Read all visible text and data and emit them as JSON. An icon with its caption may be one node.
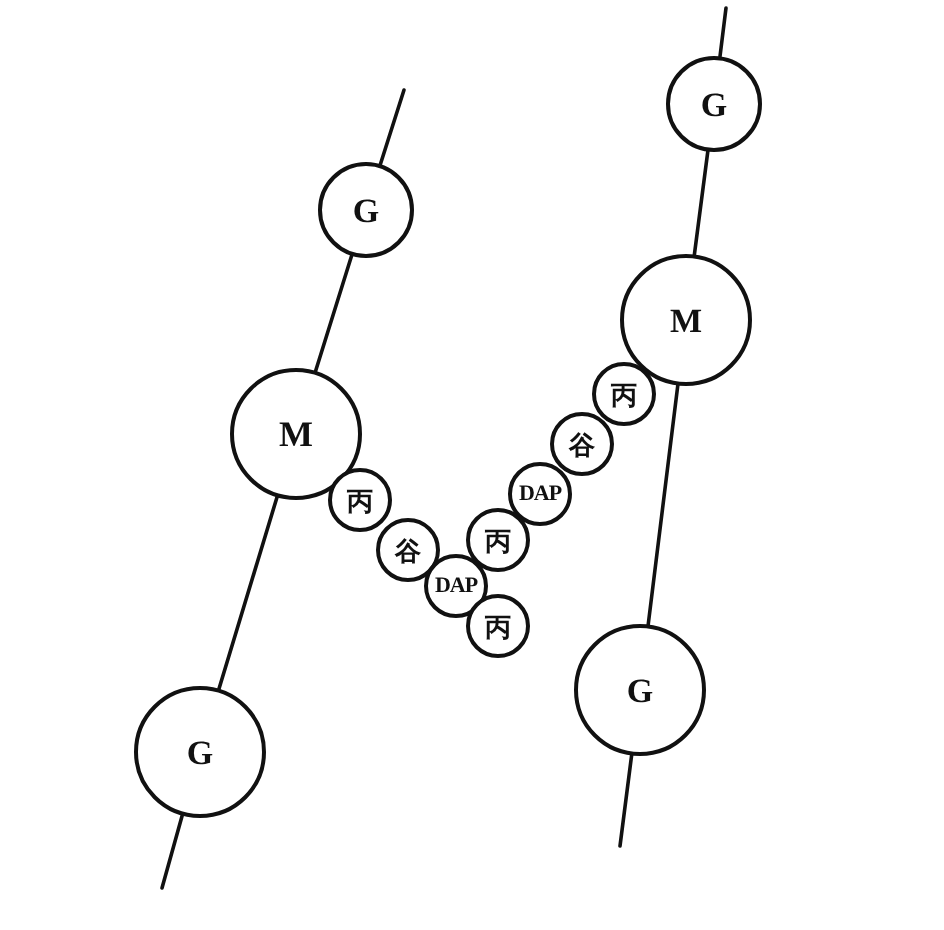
{
  "diagram": {
    "nodes": [
      {
        "text": [
          "G"
        ]
      },
      {
        "text": [
          "G"
        ]
      },
      {
        "text": [
          "M"
        ]
      },
      {
        "text": [
          "丙"
        ]
      },
      {
        "text": [
          "M"
        ]
      },
      {
        "text": [
          "谷"
        ]
      },
      {
        "text": [
          "DAP"
        ]
      },
      {
        "text": [
          "丙"
        ]
      },
      {
        "text": [
          "丙"
        ]
      },
      {
        "text": [
          "谷"
        ]
      },
      {
        "text": [
          "DAP"
        ]
      },
      {
        "text": [
          "丙"
        ]
      },
      {
        "text": [
          "G"
        ]
      },
      {
        "text": [
          "G"
        ]
      }
    ],
    "edges": [
      {
        "from": null,
        "to": 1,
        "arrow": "none"
      },
      {
        "from": 1,
        "to": 4,
        "arrow": "none"
      },
      {
        "from": 4,
        "to": 13,
        "arrow": "none"
      },
      {
        "from": 13,
        "to": null,
        "arrow": "none"
      },
      {
        "from": null,
        "to": 0,
        "arrow": "none"
      },
      {
        "from": 0,
        "to": 2,
        "arrow": "none"
      },
      {
        "from": 2,
        "to": 12,
        "arrow": "none"
      },
      {
        "from": 12,
        "to": null,
        "arrow": "none"
      }
    ]
  }
}
